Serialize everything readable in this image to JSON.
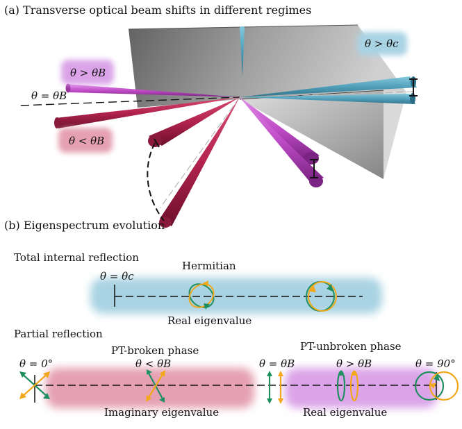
{
  "panel_a": {
    "title": "(a) Transverse optical beam shifts in different regimes",
    "label_gt_b": "θ > θB",
    "label_eq_b": "θ = θB",
    "label_lt_b": "θ < θB",
    "label_gt_c": "θ > θc"
  },
  "panel_b": {
    "title": "(b) Eigenspectrum evolution",
    "tir": {
      "heading": "Total internal reflection",
      "theta_c": "θ = θc",
      "hermitian": "Hermitian",
      "eigen": "Real eigenvalue"
    },
    "partial": {
      "heading": "Partial reflection",
      "theta_0": "θ = 0°",
      "theta_lt": "θ < θB",
      "theta_b": "θ = θB",
      "theta_gt": "θ > θB",
      "theta_90": "θ = 90°",
      "broken": "PT-broken phase",
      "unbroken": "PT-unbroken phase",
      "imag": "Imaginary eigenvalue",
      "real": "Real eigenvalue"
    }
  },
  "colors": {
    "magenta": "#c04cc8",
    "crimson": "#b3234e",
    "cyan": "#4a9cb8",
    "green": "#1f8f5f",
    "orange": "#f2a81a",
    "glow_blue": "#a9d3e3",
    "glow_pink": "#e5a0b2",
    "glow_violet": "#dba4e8"
  }
}
